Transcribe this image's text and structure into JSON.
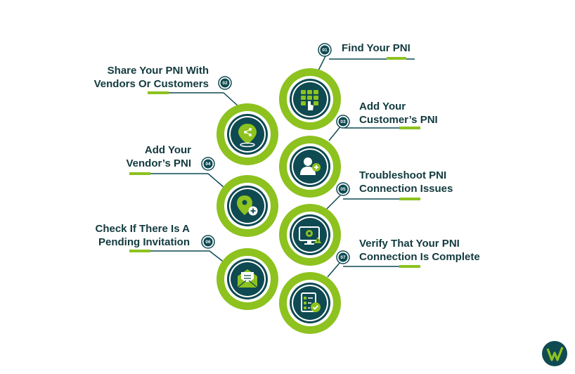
{
  "colors": {
    "green": "#8dc21f",
    "teal": "#0f4a52",
    "dark_text": "#123a3e",
    "white": "#ffffff"
  },
  "steps": [
    {
      "number": "01",
      "lines": [
        "Find Your PNI"
      ],
      "icon": "keypad-hand-icon"
    },
    {
      "number": "02",
      "lines": [
        "Share Your PNI With",
        "Vendors Or Customers"
      ],
      "icon": "share-pin-icon"
    },
    {
      "number": "03",
      "lines": [
        "Add Your",
        "Customer’s PNI"
      ],
      "icon": "add-user-icon"
    },
    {
      "number": "04",
      "lines": [
        "Add Your",
        "Vendor’s PNI"
      ],
      "icon": "location-add-icon"
    },
    {
      "number": "05",
      "lines": [
        "Troubleshoot PNI",
        "Connection Issues"
      ],
      "icon": "monitor-gear-warning-icon"
    },
    {
      "number": "06",
      "lines": [
        "Check If There Is A",
        "Pending Invitation"
      ],
      "icon": "envelope-icon"
    },
    {
      "number": "07",
      "lines": [
        "Verify That Your PNI",
        "Connection Is Complete"
      ],
      "icon": "checklist-icon"
    }
  ],
  "logo": {
    "icon": "brand-logo-icon"
  }
}
